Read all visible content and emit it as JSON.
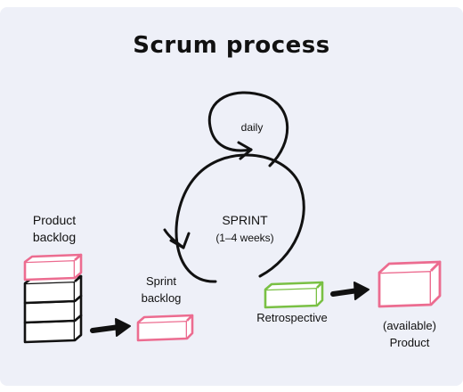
{
  "title": "Scrum process",
  "labels": {
    "daily": "daily",
    "sprint": "SPRINT",
    "sprint_duration": "(1–4 weeks)",
    "product_backlog_line1": "Product",
    "product_backlog_line2": "backlog",
    "sprint_backlog_line1": "Sprint",
    "sprint_backlog_line2": "backlog",
    "retrospective": "Retrospective",
    "product_line1": "(available)",
    "product_line2": "Product"
  },
  "colors": {
    "background": "#ffffff",
    "panel": "#eef0f8",
    "stroke": "#111111",
    "pink": "#ec6c90",
    "green": "#79c044"
  }
}
